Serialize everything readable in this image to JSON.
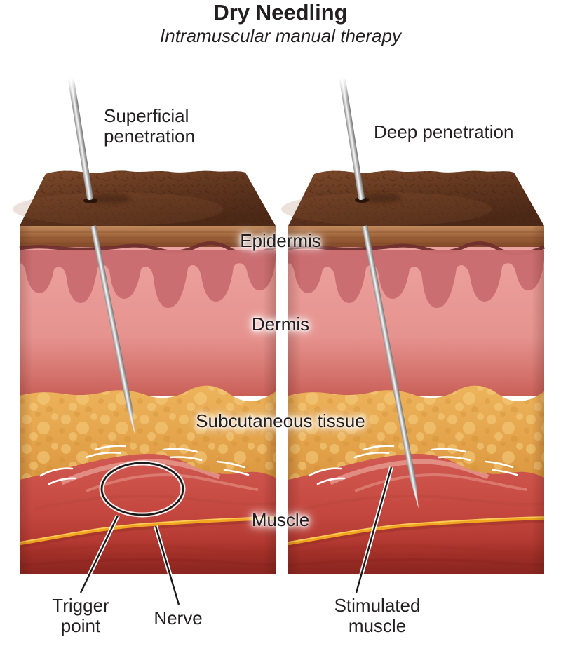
{
  "title": {
    "main": "Dry Needling",
    "subtitle": "Intramuscular manual therapy"
  },
  "panels": {
    "left": {
      "caption": "Superficial penetration",
      "annotations": {
        "trigger_point": "Trigger point",
        "nerve": "Nerve"
      }
    },
    "right": {
      "caption": "Deep penetration",
      "annotations": {
        "stimulated_muscle": "Stimulated muscle"
      }
    }
  },
  "layers": {
    "epidermis": "Epidermis",
    "dermis": "Dermis",
    "subcutaneous": "Subcutaneous tissue",
    "muscle": "Muscle"
  },
  "colors": {
    "background": "#ffffff",
    "text": "#231f20",
    "skin_surface": "#5f351e",
    "epidermis": "#9a5e36",
    "dermis": "#e6938f",
    "papillae": "#c96c70",
    "subcutaneous": "#e2a148",
    "muscle": "#c4473f",
    "muscle_deep": "#992d28",
    "nerve": "#f2a51f",
    "needle": "#c9c9c9",
    "annotation_line": "#1a1a1a",
    "stress_marks": "#ffffff"
  }
}
